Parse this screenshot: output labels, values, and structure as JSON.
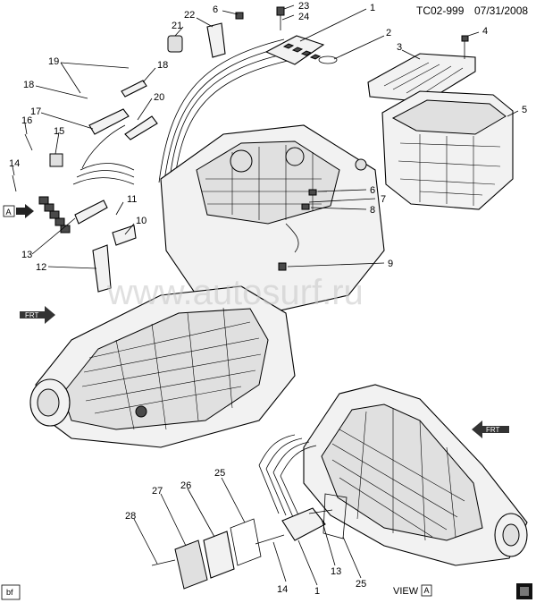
{
  "header": {
    "code": "TC02-999",
    "date": "07/31/2008"
  },
  "watermark": "www.autosurf.ru",
  "view_label": "VIEW",
  "view_letter": "A",
  "view_arrow_letter": "A",
  "corner_tag": "bf",
  "front_marker": "FRT",
  "callouts": {
    "c1a": "1",
    "c2": "2",
    "c3": "3",
    "c4": "4",
    "c5": "5",
    "c6a": "6",
    "c6b": "6",
    "c7": "7",
    "c8": "8",
    "c9": "9",
    "c10": "10",
    "c11": "11",
    "c12": "12",
    "c13a": "13",
    "c14a": "14",
    "c15": "15",
    "c16": "16",
    "c17": "17",
    "c18a": "18",
    "c18b": "18",
    "c19": "19",
    "c20": "20",
    "c21": "21",
    "c22": "22",
    "c23": "23",
    "c24": "24",
    "c25a": "25",
    "c26": "26",
    "c27": "27",
    "c28": "28",
    "c14b": "14",
    "c1b": "1",
    "c13b": "13",
    "c25b": "25"
  }
}
